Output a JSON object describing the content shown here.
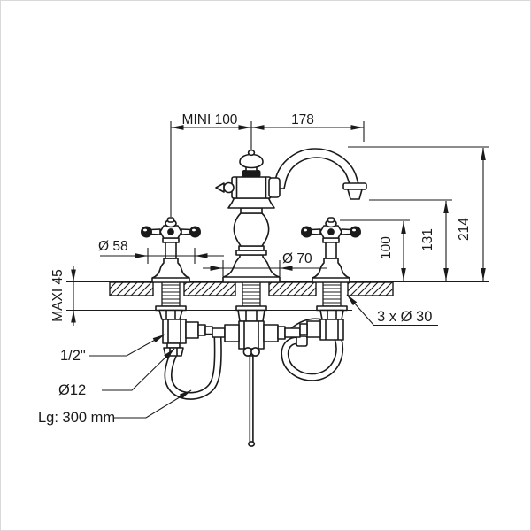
{
  "drawing": {
    "type": "technical-dimension-drawing",
    "subject": "3-hole bridge basin mixer faucet, front elevation with installation dimensions",
    "units": "mm",
    "labels": {
      "mini": "MINI 100",
      "reach": "178",
      "total_height": "214",
      "spout_height": "131",
      "handle_height": "100",
      "counter_max": "MAXI 45",
      "handle_dia": "Ø 58",
      "base_dia": "Ø 70",
      "holes": "3 x Ø 30",
      "connection_size": "1/2\"",
      "hose_dia": "Ø12",
      "hose_length": "Lg: 300 mm"
    },
    "colors": {
      "line": "#1a1a1a",
      "background": "#ffffff",
      "border": "#d9d9d9"
    }
  }
}
